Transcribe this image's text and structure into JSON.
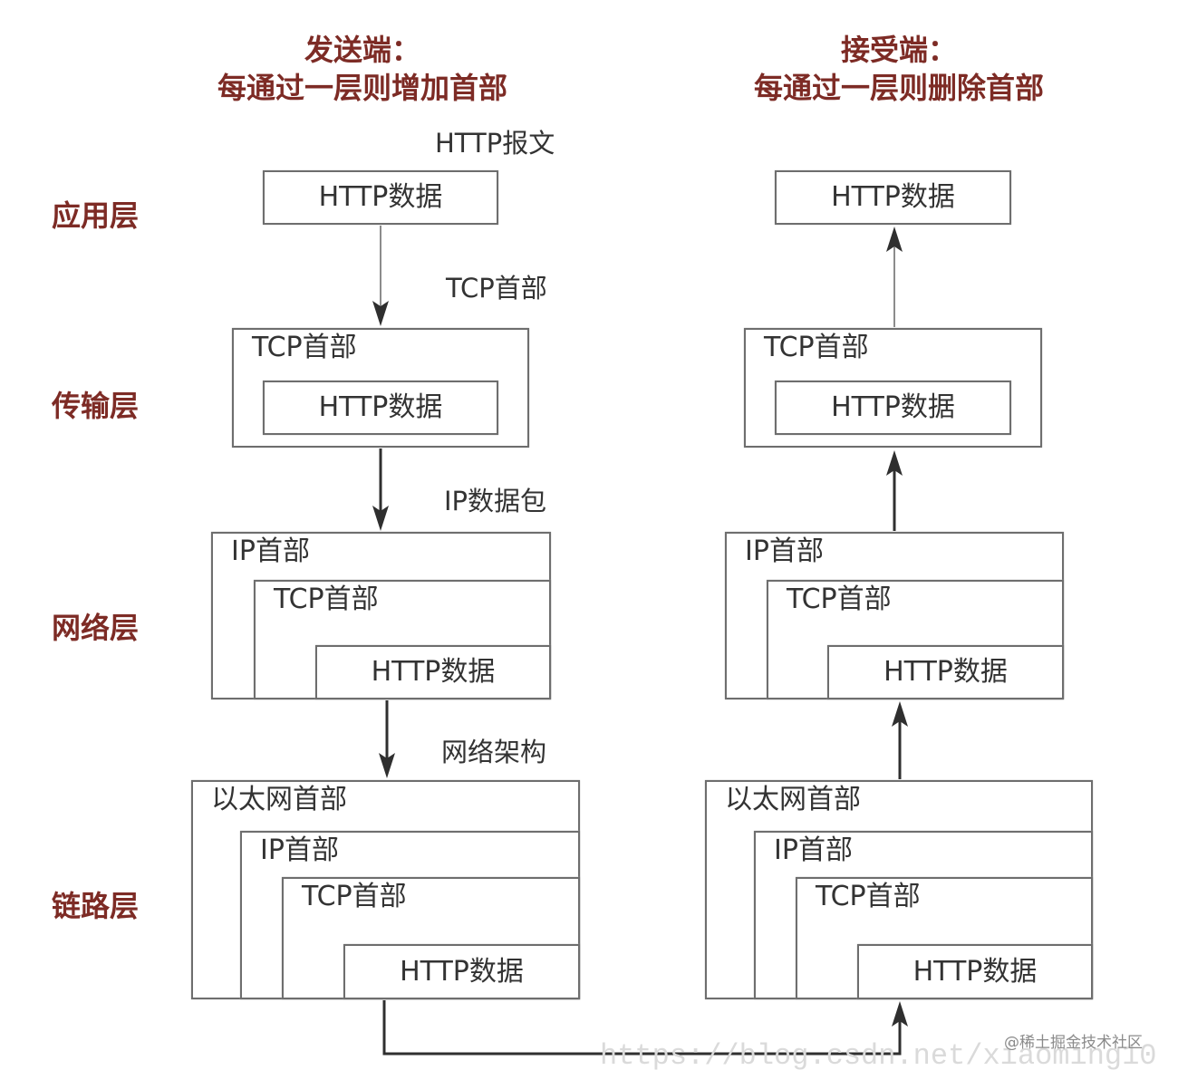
{
  "colors": {
    "heading": "#7d2b25",
    "border": "#6e6e6e",
    "text": "#333333",
    "arrow_dark": "#2f2f2f",
    "arrow_light": "#8c8c8c"
  },
  "sender": {
    "title": "发送端：",
    "subtitle": "每通过一层则增加首部",
    "application": {
      "data": "HTTP数据"
    },
    "transport": {
      "tcp_header": "TCP首部",
      "data": "HTTP数据"
    },
    "network": {
      "ip_header": "IP首部",
      "tcp_header": "TCP首部",
      "data": "HTTP数据"
    },
    "link": {
      "ethernet_header": "以太网首部",
      "ip_header": "IP首部",
      "tcp_header": "TCP首部",
      "data": "HTTP数据"
    }
  },
  "receiver": {
    "title": "接受端：",
    "subtitle": "每通过一层则删除首部",
    "application": {
      "data": "HTTP数据"
    },
    "transport": {
      "tcp_header": "TCP首部",
      "data": "HTTP数据"
    },
    "network": {
      "ip_header": "IP首部",
      "tcp_header": "TCP首部",
      "data": "HTTP数据"
    },
    "link": {
      "ethernet_header": "以太网首部",
      "ip_header": "IP首部",
      "tcp_header": "TCP首部",
      "data": "HTTP数据"
    }
  },
  "layers": {
    "application": "应用层",
    "transport": "传输层",
    "network": "网络层",
    "link": "链路层"
  },
  "unit_labels": {
    "application": "HTTP报文",
    "transport": "TCP首部",
    "network": "IP数据包",
    "link": "网络架构"
  },
  "watermark": {
    "url": "https://blog.csdn.net/xiaoming10",
    "brand": "@稀土掘金技术社区"
  }
}
